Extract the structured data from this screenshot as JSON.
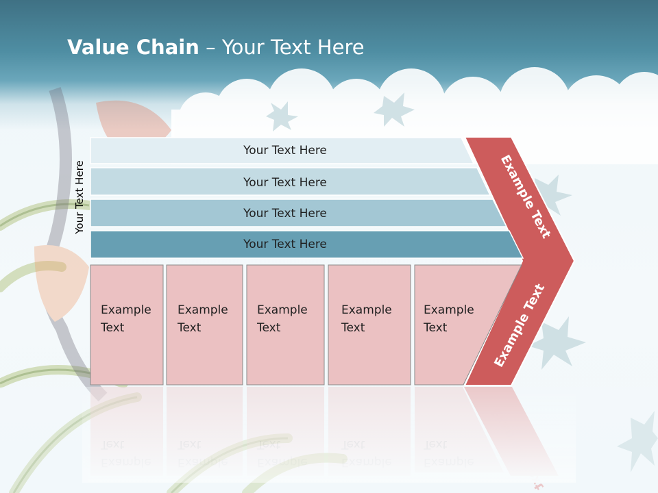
{
  "slide": {
    "title_bold": "Value Chain",
    "title_rest": " – Your Text Here",
    "side_label": "Your Text Here",
    "bars": [
      {
        "label": "Your Text Here",
        "fill": "#e2eef3"
      },
      {
        "label": "Your Text Here",
        "fill": "#c3dbe3"
      },
      {
        "label": "Your Text Here",
        "fill": "#a3c7d4"
      },
      {
        "label": "Your Text Here",
        "fill": "#679fb3"
      }
    ],
    "cells": [
      {
        "line1": "Example",
        "line2": "Text"
      },
      {
        "line1": "Example",
        "line2": "Text"
      },
      {
        "line1": "Example",
        "line2": "Text"
      },
      {
        "line1": "Example",
        "line2": "Text"
      },
      {
        "line1": "Example",
        "line2": "Text"
      }
    ],
    "arrow": {
      "top_label": "Example Text",
      "bottom_label": "Example Text",
      "color": "#cd5c5c"
    },
    "cell_color": "#ebc1c2"
  }
}
